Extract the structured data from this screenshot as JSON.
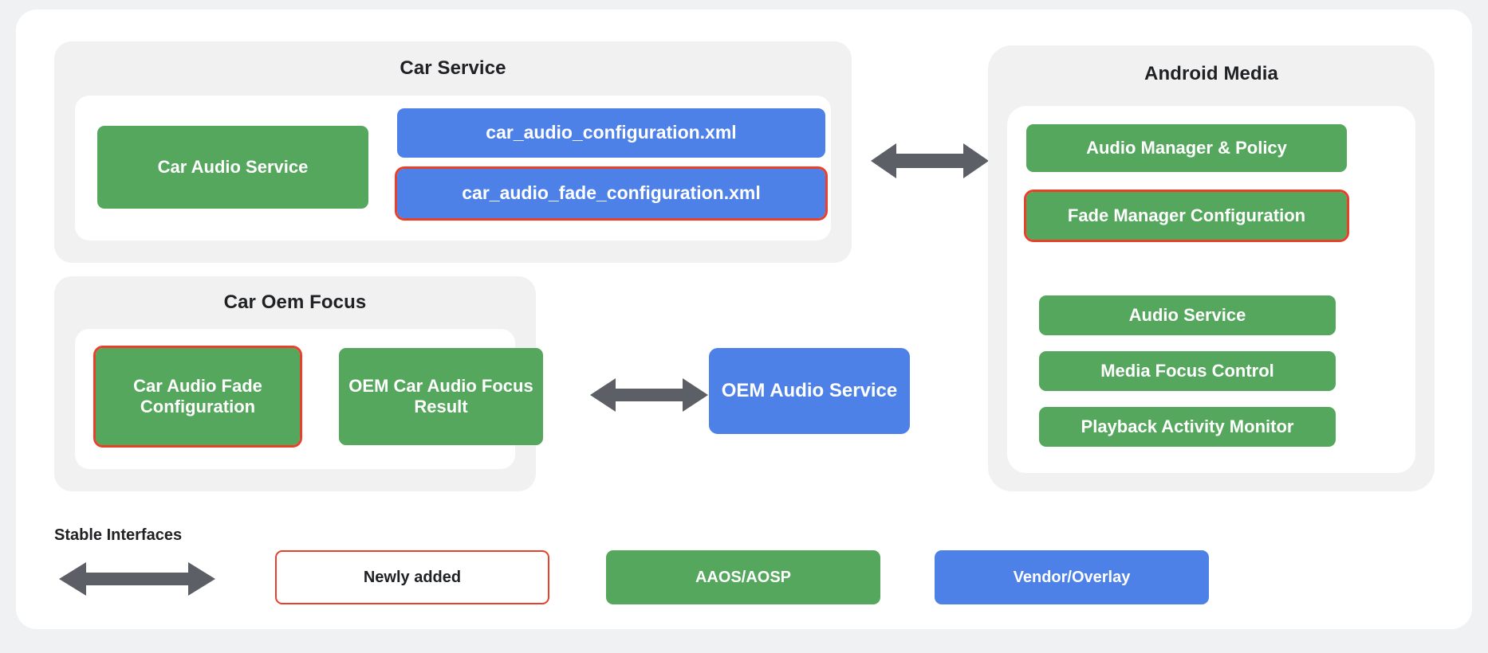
{
  "colors": {
    "page_background": "#f0f1f2",
    "card_background": "#ffffff",
    "group_background": "#f1f1f1",
    "inner_background": "#ffffff",
    "green": "#54a75c",
    "blue": "#4e81e8",
    "highlight_red": "#e8402a",
    "arrow_gray": "#5c6066",
    "text_dark": "#202124",
    "text_light": "#ffffff"
  },
  "diagram": {
    "car_service": {
      "title": "Car Service",
      "boxes": [
        {
          "label": "Car Audio Service",
          "style": "green",
          "highlighted": false
        },
        {
          "label": "car_audio_configuration.xml",
          "style": "blue",
          "highlighted": false
        },
        {
          "label": "car_audio_fade_configuration.xml",
          "style": "blue",
          "highlighted": true
        }
      ]
    },
    "car_oem_focus": {
      "title": "Car Oem Focus",
      "boxes": [
        {
          "label": "Car Audio Fade Configuration",
          "style": "green",
          "highlighted": true
        },
        {
          "label": "OEM Car Audio Focus Result",
          "style": "green",
          "highlighted": false
        }
      ]
    },
    "oem_audio_service": {
      "label": "OEM Audio Service",
      "style": "blue",
      "highlighted": false
    },
    "android_media": {
      "title": "Android Media",
      "boxes": [
        {
          "label": "Audio Manager & Policy",
          "style": "green",
          "highlighted": false
        },
        {
          "label": "Fade Manager Configuration",
          "style": "green",
          "highlighted": true
        },
        {
          "label": "Audio Service",
          "style": "green",
          "highlighted": false
        },
        {
          "label": "Media Focus Control",
          "style": "green",
          "highlighted": false
        },
        {
          "label": "Playback Activity Monitor",
          "style": "green",
          "highlighted": false
        }
      ]
    },
    "connectors": [
      {
        "name": "car-service-to-android-media",
        "kind": "double-arrow"
      },
      {
        "name": "car-oem-focus-to-oem-audio-service",
        "kind": "double-arrow"
      }
    ]
  },
  "legend": {
    "stable_interfaces_label": "Stable Interfaces",
    "items": [
      {
        "label": "Newly added",
        "style": "outline"
      },
      {
        "label": "AAOS/AOSP",
        "style": "green"
      },
      {
        "label": "Vendor/Overlay",
        "style": "blue"
      }
    ]
  }
}
